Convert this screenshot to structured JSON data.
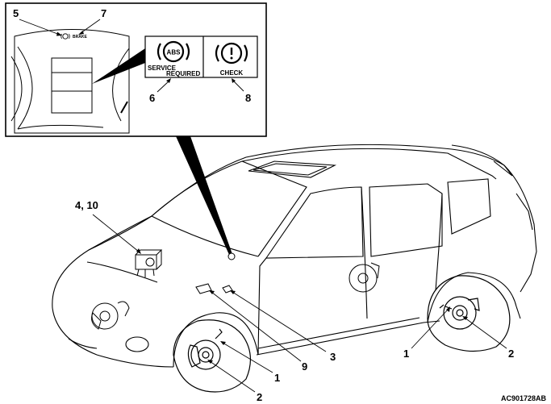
{
  "callouts": {
    "c1_front": "1",
    "c2_front": "2",
    "c3": "3",
    "c4_10": "4, 10",
    "c5": "5",
    "c6": "6",
    "c7": "7",
    "c8": "8",
    "c9": "9",
    "c1_rear": "1",
    "c2_rear": "2"
  },
  "indicators": {
    "abs_label": "ABS",
    "abs_caption_line1": "SERVICE",
    "abs_caption_line2": "REQUIRED",
    "brake_caption": "CHECK",
    "brake_symbol": "!",
    "cluster_brake_text": "BRAKE"
  },
  "figure_id": "AC901728AB"
}
